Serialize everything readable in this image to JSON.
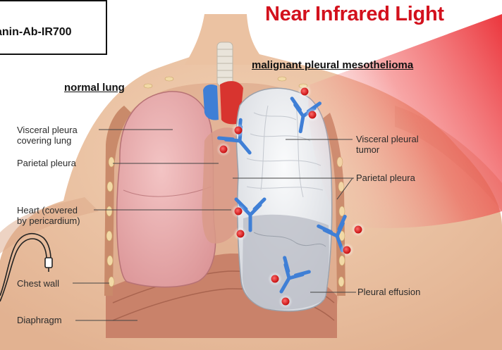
{
  "header": {
    "title": "Near Infrared Light",
    "agent_label": "anin-Ab-IR700"
  },
  "headings": {
    "normal_lung": "normal lung",
    "mesothelioma": "malignant pleural mesothelioma"
  },
  "labels_left": {
    "visceral_pleura_1": "Visceral pleura",
    "visceral_pleura_2": "covering lung",
    "parietal_pleura": "Parietal pleura",
    "heart_1": "Heart (covered",
    "heart_2": "by pericardium)",
    "chest_wall": "Chest wall",
    "diaphragm": "Diaphragm"
  },
  "labels_right": {
    "tumor_1": "Visceral pleural",
    "tumor_2": "tumor",
    "parietal_pleura": "Parietal pleura",
    "pleural_effusion": "Pleural effusion"
  },
  "colors": {
    "light_red": "#e8141c",
    "antibody_blue": "#3f7fd6",
    "dye_red": "#d81c1c",
    "skin": "#efc8a6",
    "lung_pink": "#e9aeb0",
    "tumor_white": "#eef0f2"
  }
}
